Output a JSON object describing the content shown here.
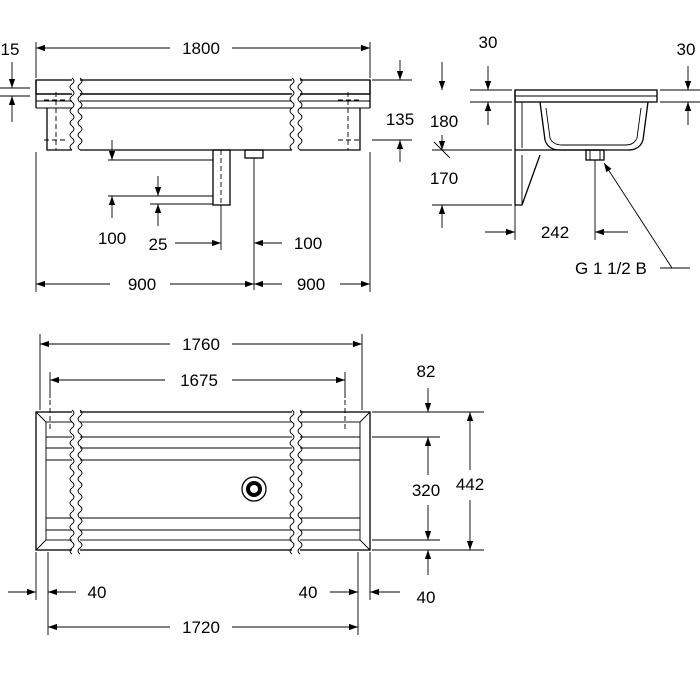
{
  "front_view": {
    "dim_overall_width": "1800",
    "dim_rim_height": "15",
    "dim_depth": "135",
    "dim_outlet_offset": "100",
    "dim_overflow_width": "25",
    "dim_outlet_right": "100",
    "dim_half_left": "900",
    "dim_half_right": "900"
  },
  "side_view": {
    "dim_top_left": "30",
    "dim_top_right": "30",
    "dim_upper_height": "180",
    "dim_lower_height": "170",
    "dim_bracket_depth": "242",
    "outlet_thread": "G 1 1/2 B"
  },
  "plan_view": {
    "dim_width_1760": "1760",
    "dim_width_1675": "1675",
    "dim_inner_82": "82",
    "dim_inner_320": "320",
    "dim_depth_442": "442",
    "dim_left_40": "40",
    "dim_right_40": "40",
    "dim_bottom_40": "40",
    "dim_width_1720": "1720"
  }
}
